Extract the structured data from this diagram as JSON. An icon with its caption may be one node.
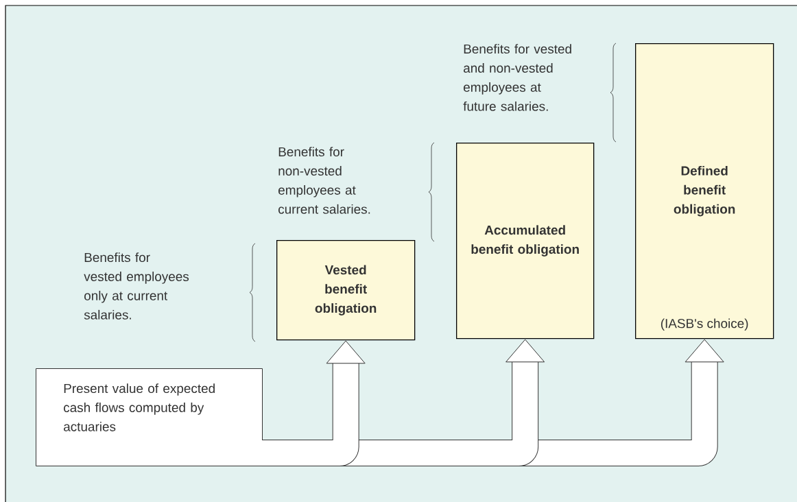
{
  "diagram": {
    "nodes": [
      {
        "text": [
          "Present value of expected cash flows computed by actuaries"
        ]
      },
      {
        "text": [
          "Vested benefit obligation"
        ]
      },
      {
        "text": [
          "Accumulated benefit obligation"
        ]
      },
      {
        "text": [
          "Defined benefit obligation",
          "(IASB's choice)"
        ]
      }
    ],
    "edges": [
      {
        "from": 0,
        "to": 1,
        "arrow": "to"
      },
      {
        "from": 0,
        "to": 2,
        "arrow": "to"
      },
      {
        "from": 0,
        "to": 3,
        "arrow": "to"
      }
    ],
    "labels": [
      "Benefits for vested and non-vested employees at future salaries.",
      "Benefits for non-vested employees at current salaries.",
      "Benefits for vested employees only at current salaries."
    ]
  }
}
